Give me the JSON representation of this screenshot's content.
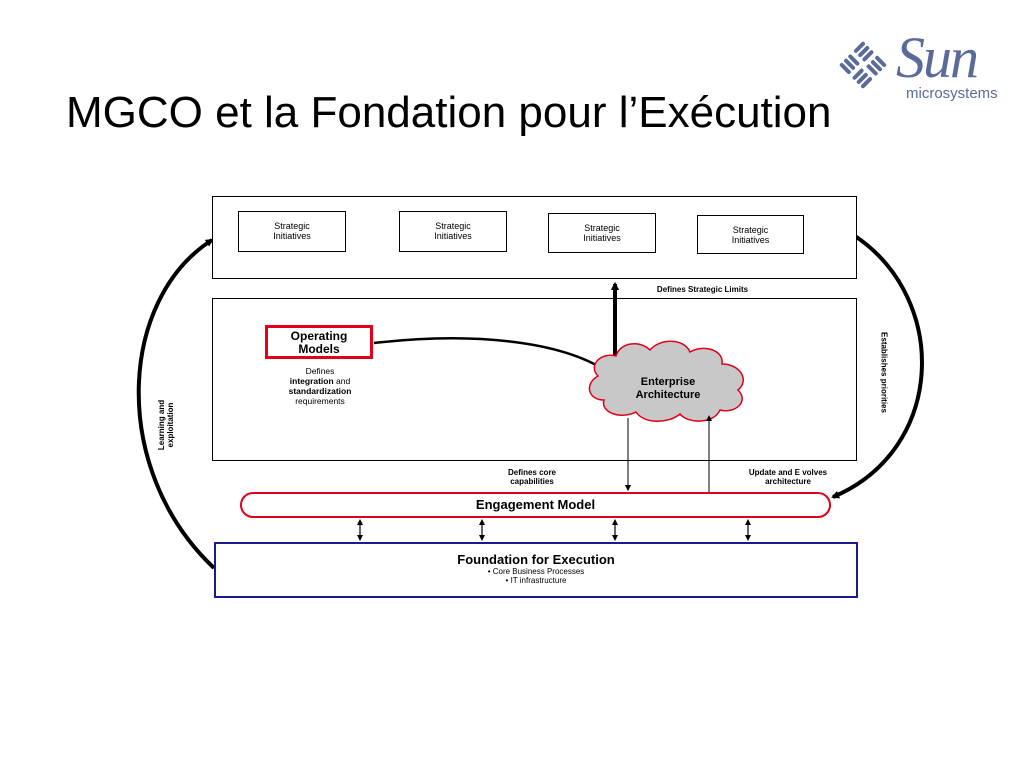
{
  "slide": {
    "title": "MGCO et la Fondation pour l’Exécution"
  },
  "logo": {
    "word": "Sun",
    "sub": "microsystems"
  },
  "initiatives": [
    {
      "label": "Strategic\nInitiatives"
    },
    {
      "label": "Strategic\nInitiatives"
    },
    {
      "label": "Strategic\nInitiatives"
    },
    {
      "label": "Strategic\nInitiatives"
    }
  ],
  "operating_models": {
    "label": "Operating\nModels"
  },
  "defines_text": {
    "line1": "Defines",
    "bold1": "integration",
    "mid": " and",
    "bold2": "standardization",
    "line4": "requirements"
  },
  "enterprise_architecture": {
    "label": "Enterprise\nArchitecture"
  },
  "labels": {
    "strategic_limits": "Defines Strategic Limits",
    "core_capabilities": "Defines core\ncapabilities",
    "update_evolves": "Update and E volves\narchitecture",
    "establishes_priorities": "Establishes priorities",
    "learning": "Learning and\nexploitation"
  },
  "engagement_model": {
    "label": "Engagement Model"
  },
  "foundation": {
    "title": "Foundation for Execution",
    "items": [
      "• Core Business Processes",
      "• IT infrastructure"
    ]
  },
  "colors": {
    "red": "#e0001a",
    "blue": "#1a1a8e",
    "cloud": "#c8c8c8",
    "logo": "#5a6b9a"
  }
}
